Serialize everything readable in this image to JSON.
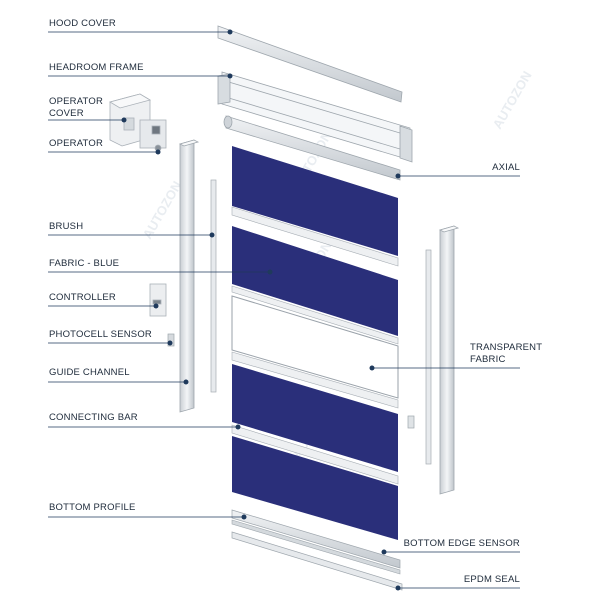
{
  "labels": {
    "hood_cover": "HOOD COVER",
    "headroom_frame": "HEADROOM FRAME",
    "operator_cover_1": "OPERATOR",
    "operator_cover_2": "COVER",
    "operator": "OPERATOR",
    "axial": "AXIAL",
    "brush": "BRUSH",
    "fabric_blue": "FABRIC - BLUE",
    "controller": "CONTROLLER",
    "photocell_sensor": "PHOTOCELL SENSOR",
    "transparent_fabric_1": "TRANSPARENT",
    "transparent_fabric_2": "FABRIC",
    "guide_channel": "GUIDE CHANNEL",
    "connecting_bar": "CONNECTING BAR",
    "bottom_profile": "BOTTOM PROFILE",
    "bottom_edge_sensor": "BOTTOM EDGE SENSOR",
    "epdm_seal": "EPDM SEAL"
  },
  "watermark": "AUTOZON",
  "colors": {
    "fabric_blue": "#2a2f7a",
    "leader_line": "#1f3a5c",
    "text": "#1d2a3a",
    "metal": "#dfe3e6"
  }
}
